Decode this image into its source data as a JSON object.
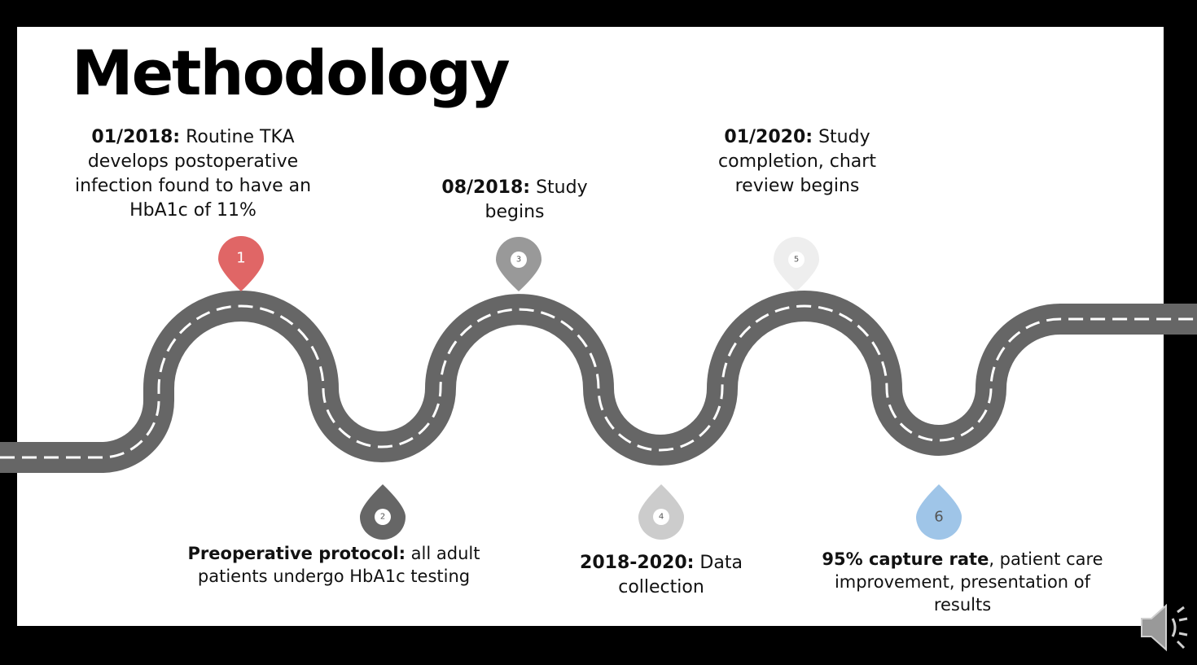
{
  "slide": {
    "title": "Methodology"
  },
  "milestones": [
    {
      "number": "1",
      "date": "01/2018:",
      "text": "Routine TKA develops postoperative infection found to have an HbA1c of 11%",
      "color": "#e06666"
    },
    {
      "number": "2",
      "date": "Preoperative protocol:",
      "text": "all adult patients undergo HbA1c testing",
      "color": "#666666"
    },
    {
      "number": "3",
      "date": "08/2018:",
      "text": "Study begins",
      "color": "#999999"
    },
    {
      "number": "4",
      "date": "2018-2020:",
      "text": "Data collection",
      "color": "#cccccc"
    },
    {
      "number": "5",
      "date": "01/2020:",
      "text": "Study completion, chart review begins",
      "color": "#eeeeee"
    },
    {
      "number": "6",
      "date": "95% capture rate",
      "text": ", patient care improvement, presentation of results",
      "color": "#9fc5e8"
    }
  ],
  "controls": {
    "audio_icon": "speaker-icon"
  }
}
